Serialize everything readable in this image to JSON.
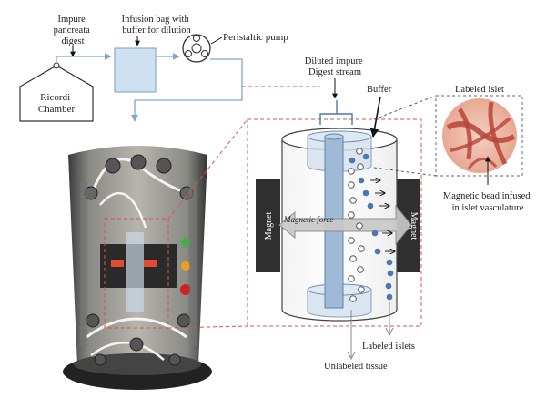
{
  "labels": {
    "impure_digest": [
      "Impure",
      "pancreata",
      "digest"
    ],
    "ricordi": [
      "Ricordi",
      "Chamber"
    ],
    "infusion": [
      "Infusion bag with",
      "buffer for dilution"
    ],
    "pump": "Peristaltic pump",
    "diluted": [
      "Diluted impure",
      "Digest stream"
    ],
    "buffer": "Buffer",
    "labeled_islet": "Labeled islet",
    "magnetic_bead": [
      "Magnetic bead infused",
      "in islet vasculature"
    ],
    "magnet_left": "Magnet",
    "magnet_right": "Magnet",
    "magnetic_force": "Magnetic force",
    "labeled_islets": "Labeled islets",
    "unlabeled_tissue": "Unlabeled tissue"
  },
  "colors": {
    "flow_line": "#7fa6cc",
    "infusion_bag": "#cfe0f1",
    "dashed_callout": "#d9534f",
    "magnet": "#2f2f2f",
    "labeled_bead": "#4a78b0",
    "tissue": "#d9534f"
  }
}
